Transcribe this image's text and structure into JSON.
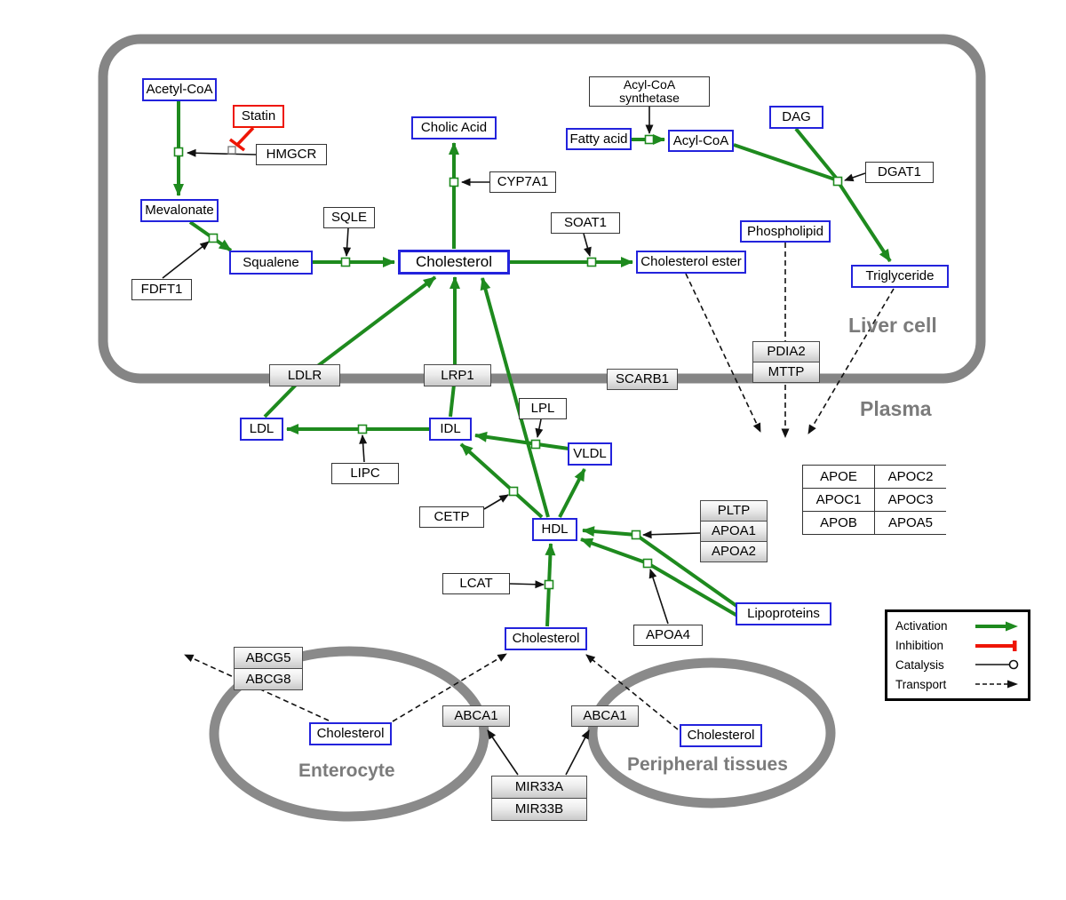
{
  "regions": {
    "liver_cell": "Liver cell",
    "plasma": "Plasma",
    "enterocyte": "Enterocyte",
    "peripheral": "Peripheral tissues"
  },
  "nodes": {
    "acetyl_coa": "Acetyl-CoA",
    "statin": "Statin",
    "hmgcr": "HMGCR",
    "mevalonate": "Mevalonate",
    "fdft1": "FDFT1",
    "squalene": "Squalene",
    "sqle": "SQLE",
    "cholesterol_liver": "Cholesterol",
    "cholic_acid": "Cholic Acid",
    "cyp7a1": "CYP7A1",
    "soat1": "SOAT1",
    "cholesterol_ester": "Cholesterol ester",
    "acyl_coa_synthetase_line1": "Acyl-CoA",
    "acyl_coa_synthetase_line2": "synthetase",
    "fatty_acid": "Fatty acid",
    "acyl_coa": "Acyl-CoA",
    "dag": "DAG",
    "dgat1": "DGAT1",
    "phospholipid": "Phospholipid",
    "triglyceride": "Triglyceride",
    "ldlr": "LDLR",
    "lrp1": "LRP1",
    "scarb1": "SCARB1",
    "pdia2": "PDIA2",
    "mttp": "MTTP",
    "ldl": "LDL",
    "idl": "IDL",
    "lipc": "LIPC",
    "lpl": "LPL",
    "vldl": "VLDL",
    "cetp": "CETP",
    "hdl": "HDL",
    "lcat": "LCAT",
    "cholesterol_plasma": "Cholesterol",
    "pltp": "PLTP",
    "apoa1": "APOA1",
    "apoa2": "APOA2",
    "apoa4": "APOA4",
    "lipoproteins": "Lipoproteins",
    "abcg5": "ABCG5",
    "abcg8": "ABCG8",
    "cholesterol_enterocyte": "Cholesterol",
    "abca1_enterocyte": "ABCA1",
    "abca1_peripheral": "ABCA1",
    "cholesterol_peripheral": "Cholesterol",
    "mir33a": "MIR33A",
    "mir33b": "MIR33B"
  },
  "apo_table": [
    [
      "APOE",
      "APOC2"
    ],
    [
      "APOC1",
      "APOC3"
    ],
    [
      "APOB",
      "APOA5"
    ]
  ],
  "legend": {
    "activation": "Activation",
    "inhibition": "Inhibition",
    "catalysis": "Catalysis",
    "transport": "Transport"
  },
  "colors": {
    "activation_green": "#1e8a1e",
    "inhibition_red": "#ee1505",
    "metabolite_blue": "#2323dc",
    "membrane_gray": "#858585"
  }
}
